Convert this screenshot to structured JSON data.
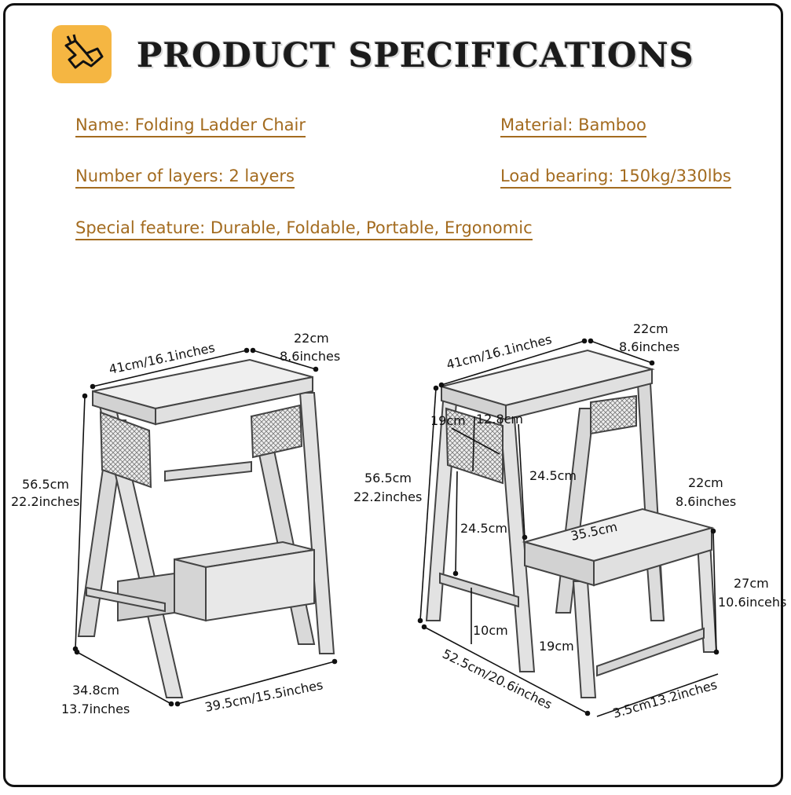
{
  "header": {
    "title": "PRODUCT SPECIFICATIONS",
    "logo_icon": "tool-icon",
    "logo_color": "#f5b642"
  },
  "specs": {
    "name": "Name: Folding Ladder Chair",
    "material": "Material: Bamboo",
    "layers": "Number of layers: 2 layers",
    "load": "Load bearing: 150kg/330lbs",
    "feature": "Special feature: Durable, Foldable, Portable, Ergonomic",
    "color": "#a36b1f"
  },
  "left_stool": {
    "width": "41cm/16.1inches",
    "depth_cm": "22cm",
    "depth_in": "8.6inches",
    "height_cm": "56.5cm",
    "height_in": "22.2inches",
    "base_cm": "34.8cm",
    "base_in": "13.7inches",
    "bottom": "39.5cm/15.5inches"
  },
  "right_stool": {
    "width": "41cm/16.1inches",
    "depth_cm": "22cm",
    "depth_in": "8.6inches",
    "panel_h": "19cm",
    "panel_w": "12.8cm",
    "height_cm": "56.5cm",
    "height_in": "22.2inches",
    "upper_gap": "24.5cm",
    "lower_gap": "24.5cm",
    "step_depth_cm": "22cm",
    "step_depth_in": "8.6inches",
    "step_width": "35.5cm",
    "step_h_cm": "27cm",
    "step_h_in": "10.6incehs",
    "foot": "10cm",
    "leg": "19cm",
    "base": "52.5cm/20.6inches",
    "step_base": "3.5cm13.2inches"
  }
}
